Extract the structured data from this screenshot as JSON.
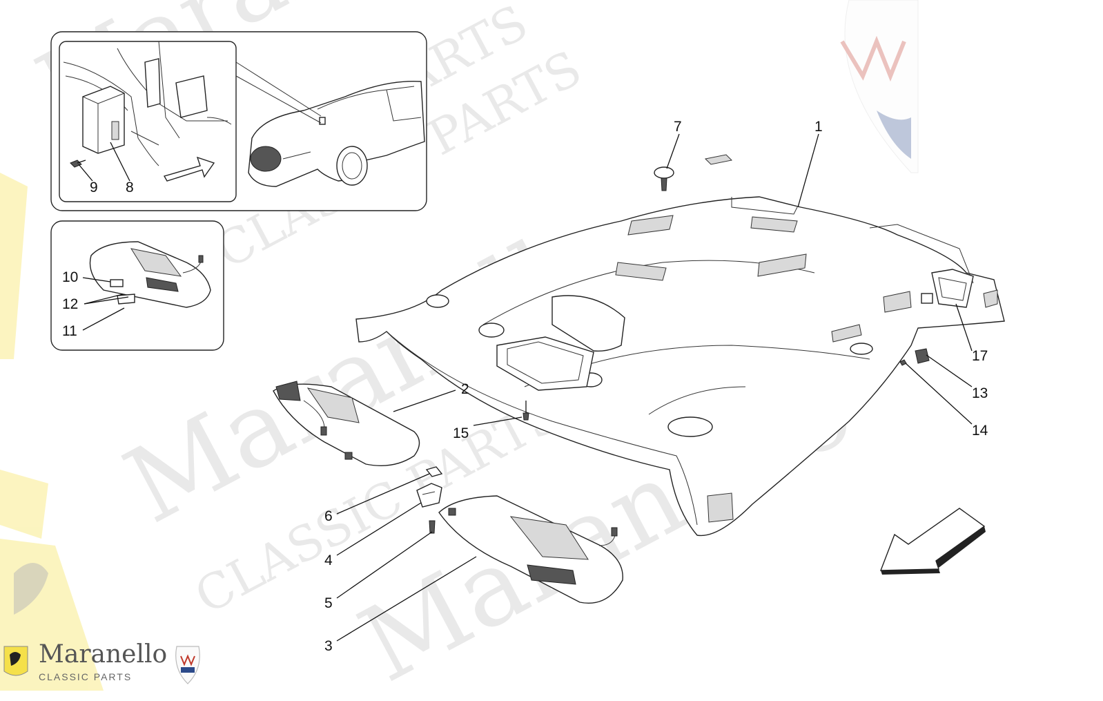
{
  "watermark": {
    "words": [
      "Maranello",
      "CLASSIC PARTS",
      "PARTS",
      "Maranello",
      "CLASSIC PARTS",
      "Maranello"
    ]
  },
  "brand": {
    "name": "Maranello",
    "subtitle": "CLASSIC PARTS"
  },
  "callouts": {
    "c1": "1",
    "c2": "2",
    "c3": "3",
    "c4": "4",
    "c5": "5",
    "c6": "6",
    "c7": "7",
    "c8": "8",
    "c9": "9",
    "c10": "10",
    "c11": "11",
    "c12": "12",
    "c13": "13",
    "c14": "14",
    "c15": "15",
    "c17": "17"
  },
  "colors": {
    "line": "#111111",
    "watermark": "#d8d8d8",
    "emblem_red": "#c0392b",
    "emblem_blue": "#2c4a8a",
    "ferrari_yellow": "#f5e04a"
  }
}
